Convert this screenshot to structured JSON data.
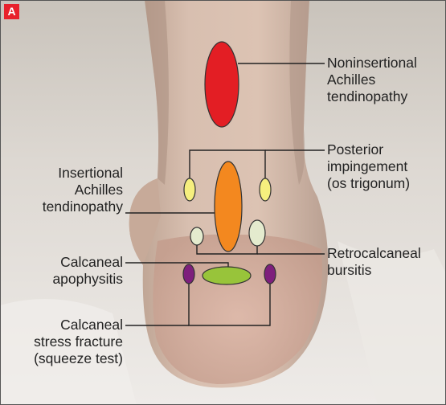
{
  "panel_label": "A",
  "colors": {
    "red_marker": "#e31e24",
    "orange_marker": "#f3881f",
    "yellow_marker": "#f6ef7e",
    "pale_green_marker": "#e4ebce",
    "lime_marker": "#98c43a",
    "purple_marker": "#7e1f7c",
    "leader_line": "#222222",
    "panel_label_bg": "#e8212b",
    "frame_border": "#555555"
  },
  "labels": {
    "noninsertional": "Noninsertional\nAchilles\ntendinopathy",
    "posterior": "Posterior\nimpingement\n(os trigonum)",
    "insertional": "Insertional\nAchilles\ntendinopathy",
    "retrocalcaneal": "Retrocalcaneal\nbursitis",
    "apophysitis": "Calcaneal\napophysitis",
    "stress_fracture": "Calcaneal\nstress fracture\n(squeeze test)"
  }
}
